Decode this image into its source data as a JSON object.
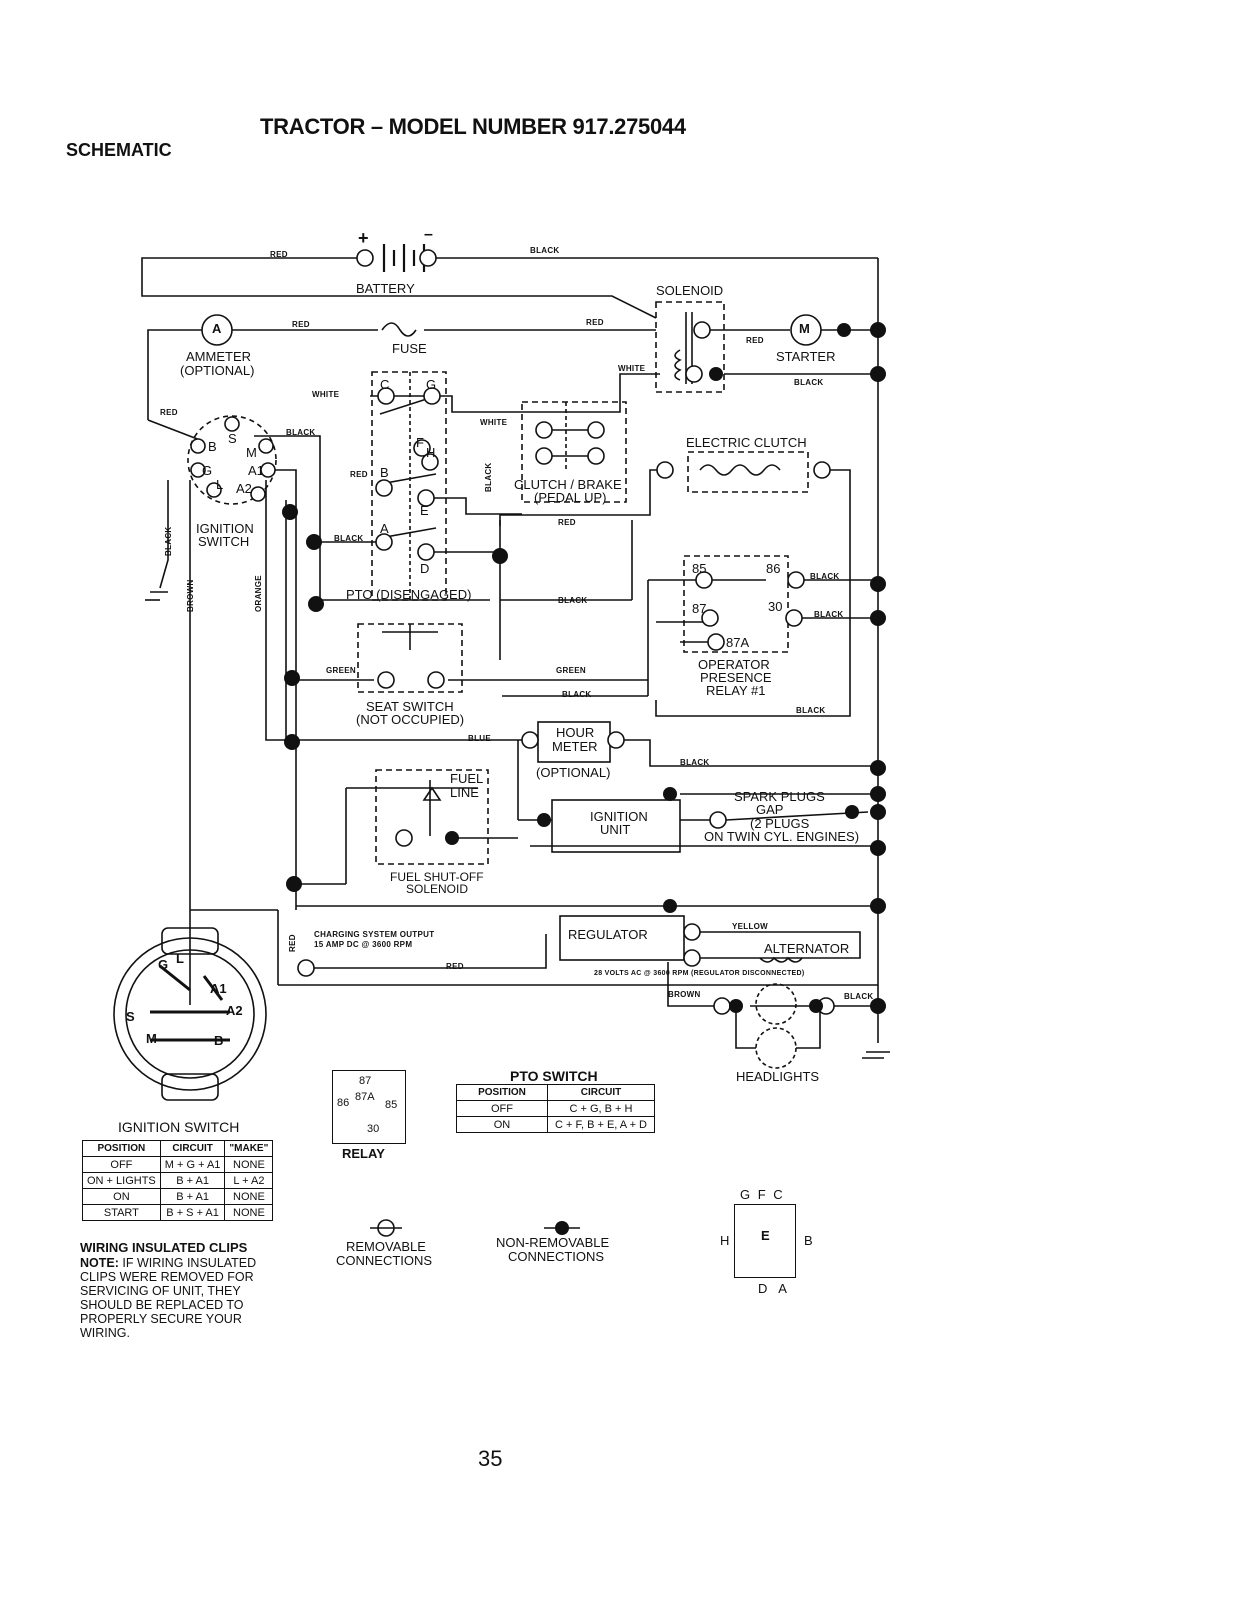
{
  "header": {
    "title": "TRACTOR – MODEL NUMBER 917.275044",
    "section": "SCHEMATIC"
  },
  "components": {
    "battery": "BATTERY",
    "solenoid": "SOLENOID",
    "ammeter": "AMMETER",
    "ammeter_note": "(OPTIONAL)",
    "fuse": "FUSE",
    "starter": "STARTER",
    "starter_symbol": "M",
    "ammeter_symbol": "A",
    "electric_clutch": "ELECTRIC CLUTCH",
    "clutch_brake": "CLUTCH / BRAKE",
    "clutch_brake_note": "(PEDAL UP)",
    "ignition_switch": "IGNITION",
    "ignition_switch2": "SWITCH",
    "pto": "PTO (DISENGAGED)",
    "seat_switch": "SEAT SWITCH",
    "seat_switch_note": "(NOT OCCUPIED)",
    "hour_meter": "HOUR",
    "hour_meter2": "METER",
    "hour_meter_note": "(OPTIONAL)",
    "fuel_line": "FUEL",
    "fuel_line2": "LINE",
    "fuel_solenoid": "FUEL SHUT-OFF",
    "fuel_solenoid2": "SOLENOID",
    "ignition_unit": "IGNITION",
    "ignition_unit2": "UNIT",
    "spark_plugs": "SPARK PLUGS",
    "spark_gap": "GAP",
    "spark_note": "(2 PLUGS",
    "spark_note2": "ON TWIN CYL. ENGINES)",
    "relay": "OPERATOR",
    "relay2": "PRESENCE",
    "relay3": "RELAY #1",
    "regulator": "REGULATOR",
    "alternator": "ALTERNATOR",
    "headlights": "HEADLIGHTS",
    "charging_note": "CHARGING SYSTEM OUTPUT",
    "charging_note2": "15 AMP DC @ 3600 RPM",
    "alt_note": "28 VOLTS AC @ 3600 RPM (REGULATOR DISCONNECTED)"
  },
  "wire_labels": {
    "red": "RED",
    "black": "BLACK",
    "white": "WHITE",
    "green": "GREEN",
    "blue": "BLUE",
    "brown": "BROWN",
    "orange": "ORANGE",
    "yellow": "YELLOW"
  },
  "terminals": {
    "ign": [
      "B",
      "S",
      "M",
      "G",
      "A1",
      "L",
      "A2"
    ],
    "pto": [
      "C",
      "G",
      "F",
      "H",
      "B",
      "E",
      "A",
      "D"
    ],
    "relay": [
      "85",
      "86",
      "87",
      "30",
      "87A"
    ],
    "battery_pos": "+",
    "battery_neg": "–"
  },
  "ignition_table": {
    "caption": "IGNITION SWITCH",
    "headers": [
      "POSITION",
      "CIRCUIT",
      "\"MAKE\""
    ],
    "rows": [
      [
        "OFF",
        "M + G + A1",
        "NONE"
      ],
      [
        "ON + LIGHTS",
        "B + A1",
        "L + A2"
      ],
      [
        "ON",
        "B + A1",
        "NONE"
      ],
      [
        "START",
        "B + S + A1",
        "NONE"
      ]
    ]
  },
  "pto_table": {
    "caption": "PTO SWITCH",
    "headers": [
      "POSITION",
      "CIRCUIT"
    ],
    "rows": [
      [
        "OFF",
        "C + G, B + H"
      ],
      [
        "ON",
        "C + F, B + E, A + D"
      ]
    ]
  },
  "relay_legend": {
    "caption": "RELAY",
    "pins": [
      "87",
      "86",
      "87A",
      "85",
      "30"
    ]
  },
  "legend": {
    "removable": "REMOVABLE",
    "removable2": "CONNECTIONS",
    "nonremovable": "NON-REMOVABLE",
    "nonremovable2": "CONNECTIONS"
  },
  "pto_pinout": {
    "top": "G F C",
    "bottom": "D A",
    "left": "H",
    "right": "B",
    "center": "E"
  },
  "notes": {
    "heading": "WIRING INSULATED CLIPS",
    "label": "NOTE:",
    "lines": [
      "IF WIRING INSULATED",
      "CLIPS WERE REMOVED FOR",
      "SERVICING OF UNIT, THEY",
      "SHOULD BE REPLACED TO",
      "PROPERLY SECURE YOUR",
      "WIRING."
    ]
  },
  "page_number": "35"
}
